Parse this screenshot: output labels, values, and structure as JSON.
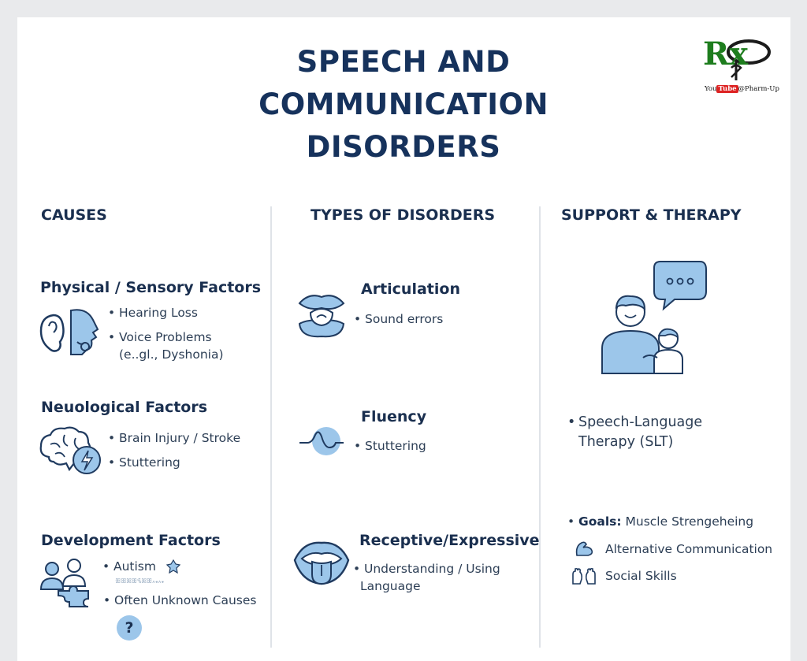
{
  "title": {
    "line1": "SPEECH AND",
    "line2": "COMMUNICATION",
    "line3": "DISORDERS"
  },
  "logo": {
    "mark": "Rx",
    "youtube": "You",
    "youtube_tube": "Tube",
    "handle": "@Pharm-Up"
  },
  "colors": {
    "heading": "#16325c",
    "accent_blue": "#9cc6ea",
    "icon_stroke": "#1f3a5f"
  },
  "columns": {
    "causes": {
      "heading": "CAUSES",
      "groups": [
        {
          "title": "Physical / Sensory Factors",
          "icon": "ear-profile-icon",
          "items": [
            "Hearing Loss",
            "Voice Problems",
            "(e..gl., Dyshonia)"
          ]
        },
        {
          "title": "Neuological Factors",
          "icon": "brain-lightning-icon",
          "items": [
            "Brain Injury / Stroke",
            "Stuttering"
          ]
        },
        {
          "title": "Development Factors",
          "icon": "people-puzzle-icon",
          "items": [
            "Autism",
            "Often Unknown Causes"
          ],
          "faint_text": "ꕥꕥꕤꕥꕦꕤꕥ꘍꘎꘍꘎",
          "extra_icon": "question-mark-icon",
          "question_glyph": "?"
        }
      ]
    },
    "types": {
      "heading": "TYPES OF DISORDERS",
      "groups": [
        {
          "title": "Articulation",
          "icon": "lips-icon",
          "items": [
            "Sound errors"
          ]
        },
        {
          "title": "Fluency",
          "icon": "wave-icon",
          "items": [
            "Stuttering"
          ]
        },
        {
          "title": "Receptive/Expressive",
          "icon": "mouth-tongue-icon",
          "items": [
            "Understanding / Using",
            "Language"
          ]
        }
      ]
    },
    "support": {
      "heading": "SUPPORT & THERAPY",
      "illustration": "therapist-child-icon",
      "therapy": [
        "Speech-Language",
        "Therapy (SLT)"
      ],
      "goals_label": "Goals:",
      "goals": [
        "Muscle Strengeheing",
        "Alternative Communication",
        "Social Skills"
      ],
      "goal_icons": [
        "flexed-arm-icon",
        "hands-icon"
      ]
    }
  }
}
